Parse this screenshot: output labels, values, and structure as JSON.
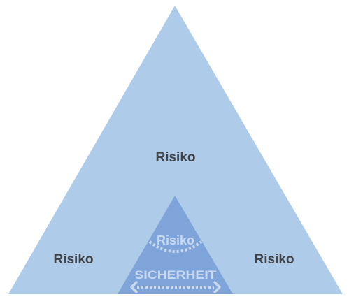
{
  "diagram": {
    "labels": {
      "top": "Risiko",
      "left": "Risiko",
      "right": "Risiko",
      "inner_top": "Risiko",
      "inner_bottom": "SICHERHEIT"
    },
    "colors": {
      "outer_fill": "#aecbea",
      "inner_fill": "#7ea4d9",
      "dark_text": "#404347",
      "light_text": "#c9d9f0"
    }
  }
}
